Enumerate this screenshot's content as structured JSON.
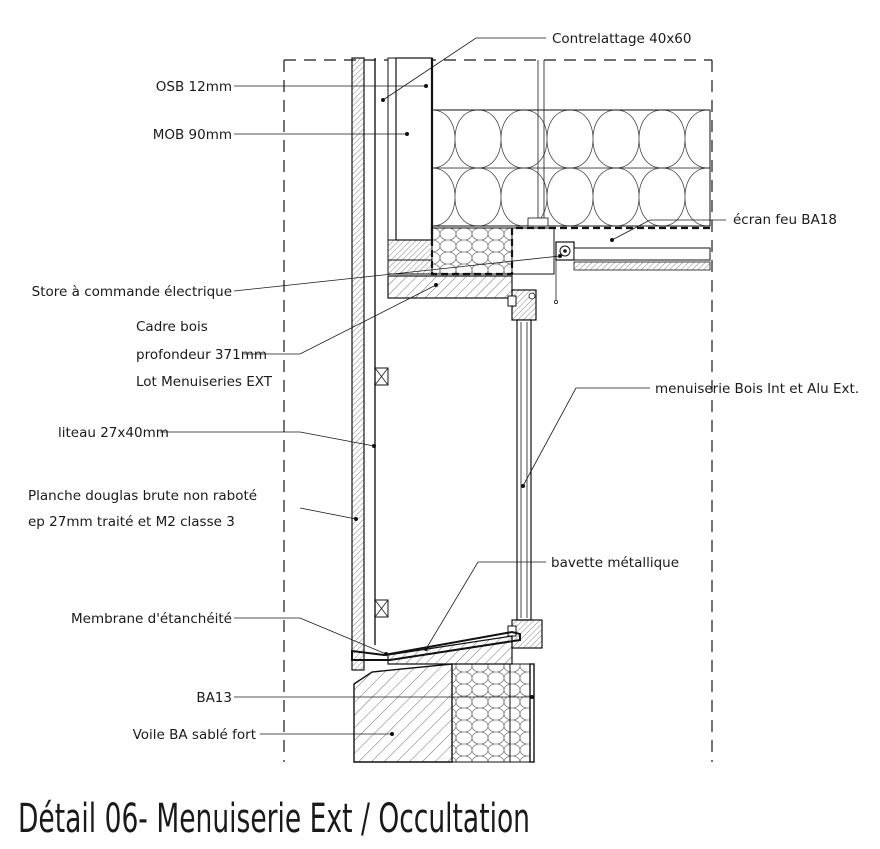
{
  "title": "Détail 06- Menuiserie Ext / Occultation",
  "labels_left": {
    "osb": "OSB 12mm",
    "mob": "MOB 90mm",
    "store": "Store à commande électrique",
    "cadre_1": "Cadre bois",
    "cadre_2": "profondeur 371mm",
    "cadre_3": "Lot Menuiseries EXT",
    "liteau": "liteau 27x40mm",
    "planche_1": "Planche douglas brute non raboté",
    "planche_2": "ep 27mm traité et M2 classe 3",
    "membrane": "Membrane d'étanchéité",
    "ba13": "BA13",
    "voile": "Voile BA sablé fort"
  },
  "labels_right": {
    "contrelattage": "Contrelattage 40x60",
    "ecran_feu": "écran feu BA18",
    "menuiserie": "menuiserie Bois Int et Alu Ext.",
    "bavette": "bavette métallique"
  }
}
